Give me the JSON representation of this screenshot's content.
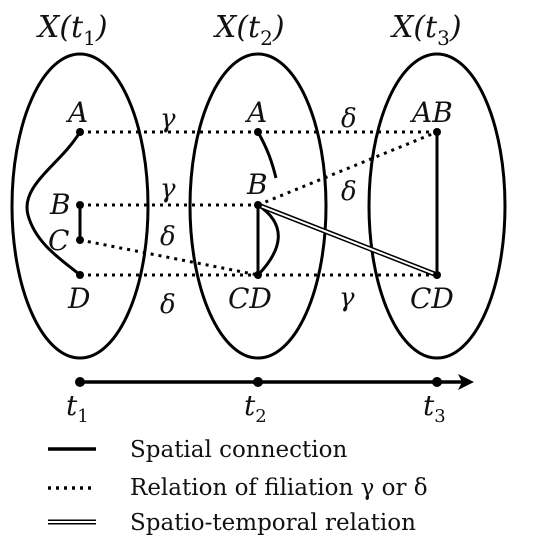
{
  "snapshots": [
    {
      "label": "X(t",
      "sub": "1",
      "close": ")"
    },
    {
      "label": "X(t",
      "sub": "2",
      "close": ")"
    },
    {
      "label": "X(t",
      "sub": "3",
      "close": ")"
    }
  ],
  "nodes": {
    "s1": [
      "A",
      "B",
      "C",
      "D"
    ],
    "s2": [
      "A",
      "B",
      "CD"
    ],
    "s3": [
      "AB",
      "CD"
    ]
  },
  "relations": {
    "gamma": "γ",
    "delta": "δ"
  },
  "timeline": [
    {
      "t": "t",
      "sub": "1"
    },
    {
      "t": "t",
      "sub": "2"
    },
    {
      "t": "t",
      "sub": "3"
    }
  ],
  "legend": [
    {
      "style": "solid",
      "label": "Spatial connection"
    },
    {
      "style": "dotted",
      "label": "Relation of filiation γ or δ"
    },
    {
      "style": "double",
      "label": "Spatio-temporal relation"
    }
  ]
}
